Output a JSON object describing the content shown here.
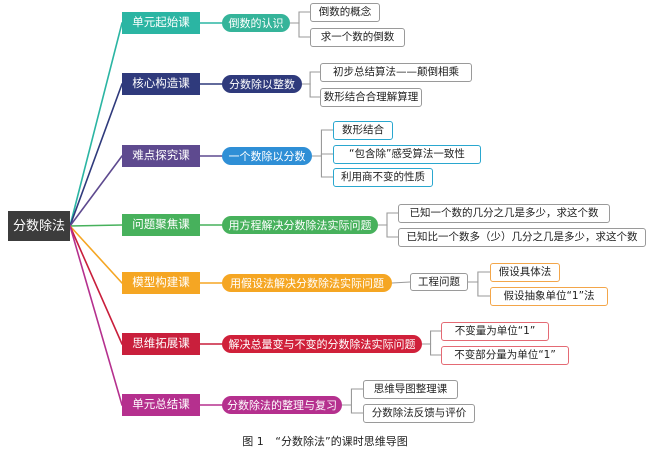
{
  "root": "分数除法",
  "lessons": [
    {
      "name": "单元起始课",
      "topic": "倒数的认识",
      "color": "#2bb5a3",
      "topic_color": "#35b49a",
      "leaves": [
        "倒数的概念",
        "求一个数的倒数"
      ]
    },
    {
      "name": "核心构造课",
      "topic": "分数除以整数",
      "color": "#2f3a7c",
      "topic_color": "#2f3a7c",
      "leaves": [
        "初步总结算法——颠倒相乘",
        "数形结合合理解算理"
      ]
    },
    {
      "name": "难点探究课",
      "topic": "一个数除以分数",
      "color": "#5e4a8f",
      "topic_color": "#2f8fd6",
      "leaves": [
        "数形结合",
        "“包含除”感受算法一致性",
        "利用商不变的性质"
      ]
    },
    {
      "name": "问题聚焦课",
      "topic": "用方程解决分数除法实际问题",
      "color": "#47b15c",
      "topic_color": "#47b15c",
      "leaves": [
        "已知一个数的几分之几是多少，求这个数",
        "已知比一个数多（少）几分之几是多少，求这个数"
      ]
    },
    {
      "name": "模型构建课",
      "topic": "用假设法解决分数除法实际问题",
      "color": "#f5a623",
      "topic_color": "#f5a623",
      "middle": "工程问题",
      "leaves": [
        "假设具体法",
        "假设抽象单位“1”法"
      ]
    },
    {
      "name": "思维拓展课",
      "topic": "解决总量变与不变的分数除法实际问题",
      "color": "#c91f3c",
      "topic_color": "#d0203a",
      "leaves": [
        "不变量为单位“1”",
        "不变部分量为单位“1”"
      ]
    },
    {
      "name": "单元总结课",
      "topic": "分数除法的整理与复习",
      "color": "#b5308e",
      "topic_color": "#b5308e",
      "leaves": [
        "思维导图整理课",
        "分数除法反馈与评价"
      ]
    }
  ],
  "caption": {
    "figure": "图 1",
    "text": "“分数除法”的课时思维导图"
  }
}
